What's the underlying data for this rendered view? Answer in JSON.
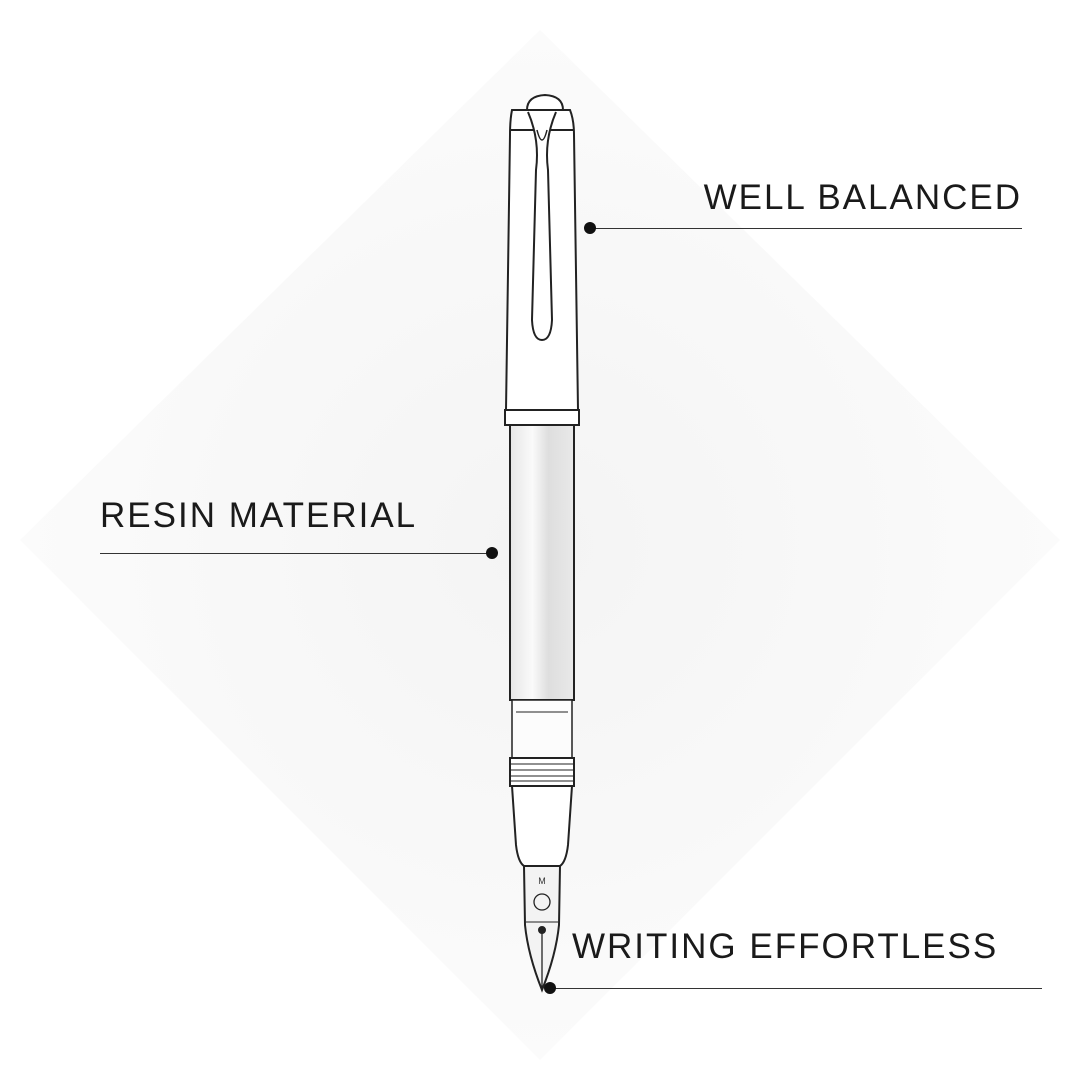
{
  "callouts": [
    {
      "id": "well-balanced",
      "text": "WELL BALANCED"
    },
    {
      "id": "resin-material",
      "text": "RESIN MATERIAL"
    },
    {
      "id": "writing-effortless",
      "text": "WRITING EFFORTLESS"
    }
  ],
  "nib_marking": "M",
  "colors": {
    "text": "#1a1a1a",
    "background_diamond": "#f7f7f7",
    "outline": "#222222"
  }
}
